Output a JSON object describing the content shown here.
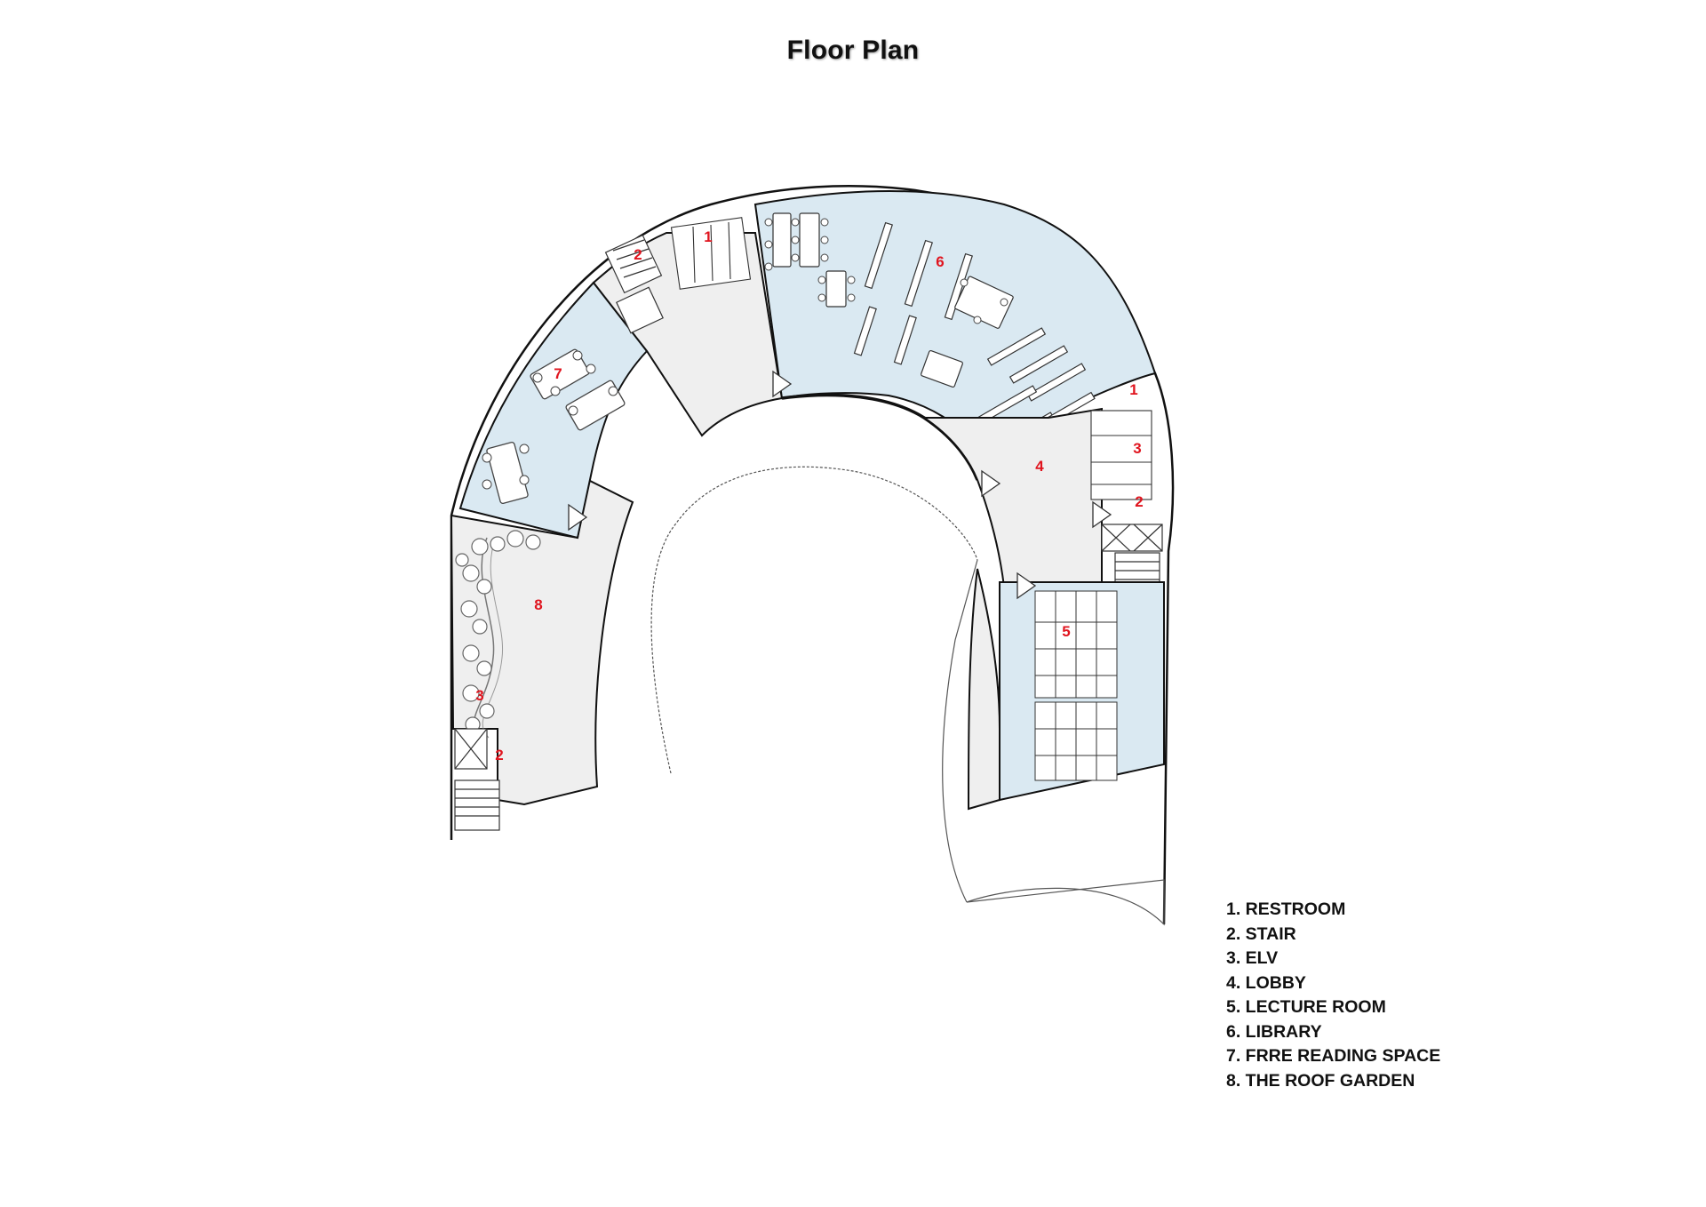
{
  "title": "Floor Plan",
  "colors": {
    "reading_area": "#dae9f2",
    "hall_area": "#efefef",
    "wall": "#111111",
    "room_number": "#e0141e"
  },
  "room_numbers": {
    "r1a": "1",
    "r2a": "2",
    "r1b": "1",
    "r3a": "3",
    "r2b": "2",
    "r4": "4",
    "r5": "5",
    "r6": "6",
    "r7": "7",
    "r8": "8",
    "r3b": "3",
    "r2c": "2"
  },
  "legend": [
    {
      "label": "1. RESTROOM"
    },
    {
      "label": "2. STAIR"
    },
    {
      "label": "3. ELV"
    },
    {
      "label": "4. LOBBY"
    },
    {
      "label": "5. LECTURE ROOM"
    },
    {
      "label": "6. LIBRARY"
    },
    {
      "label": "7. FRRE READING SPACE"
    },
    {
      "label": "8. THE ROOF GARDEN"
    }
  ]
}
